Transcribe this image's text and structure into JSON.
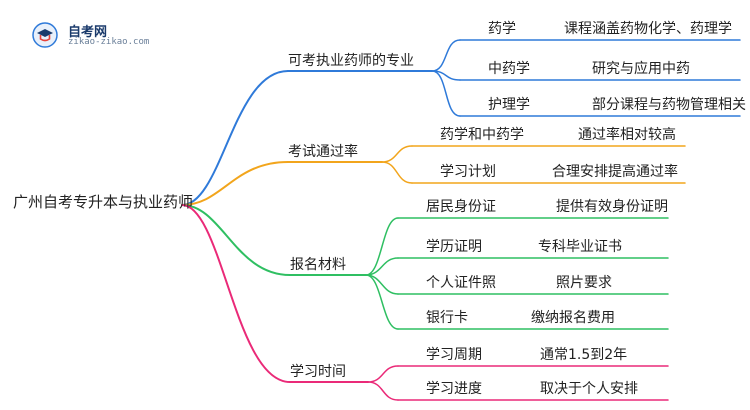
{
  "logo": {
    "name": "自考网",
    "url": "zikao-zikao.com"
  },
  "colors": {
    "blue": "#2f7ad9",
    "orange": "#f2a51c",
    "green": "#2fbf62",
    "pink": "#ea2a78"
  },
  "mindmap": {
    "root": "广州自考专升本与执业药师",
    "branches": [
      {
        "label": "可考执业药师的专业",
        "color": "blue",
        "children": [
          {
            "label": "药学",
            "detail": "课程涵盖药物化学、药理学"
          },
          {
            "label": "中药学",
            "detail": "研究与应用中药"
          },
          {
            "label": "护理学",
            "detail": "部分课程与药物管理相关"
          }
        ]
      },
      {
        "label": "考试通过率",
        "color": "orange",
        "children": [
          {
            "label": "药学和中药学",
            "detail": "通过率相对较高"
          },
          {
            "label": "学习计划",
            "detail": "合理安排提高通过率"
          }
        ]
      },
      {
        "label": "报名材料",
        "color": "green",
        "children": [
          {
            "label": "居民身份证",
            "detail": "提供有效身份证明"
          },
          {
            "label": "学历证明",
            "detail": "专科毕业证书"
          },
          {
            "label": "个人证件照",
            "detail": "照片要求"
          },
          {
            "label": "银行卡",
            "detail": "缴纳报名费用"
          }
        ]
      },
      {
        "label": "学习时间",
        "color": "pink",
        "children": [
          {
            "label": "学习周期",
            "detail": "通常1.5到2年"
          },
          {
            "label": "学习进度",
            "detail": "取决于个人安排"
          }
        ]
      }
    ]
  }
}
